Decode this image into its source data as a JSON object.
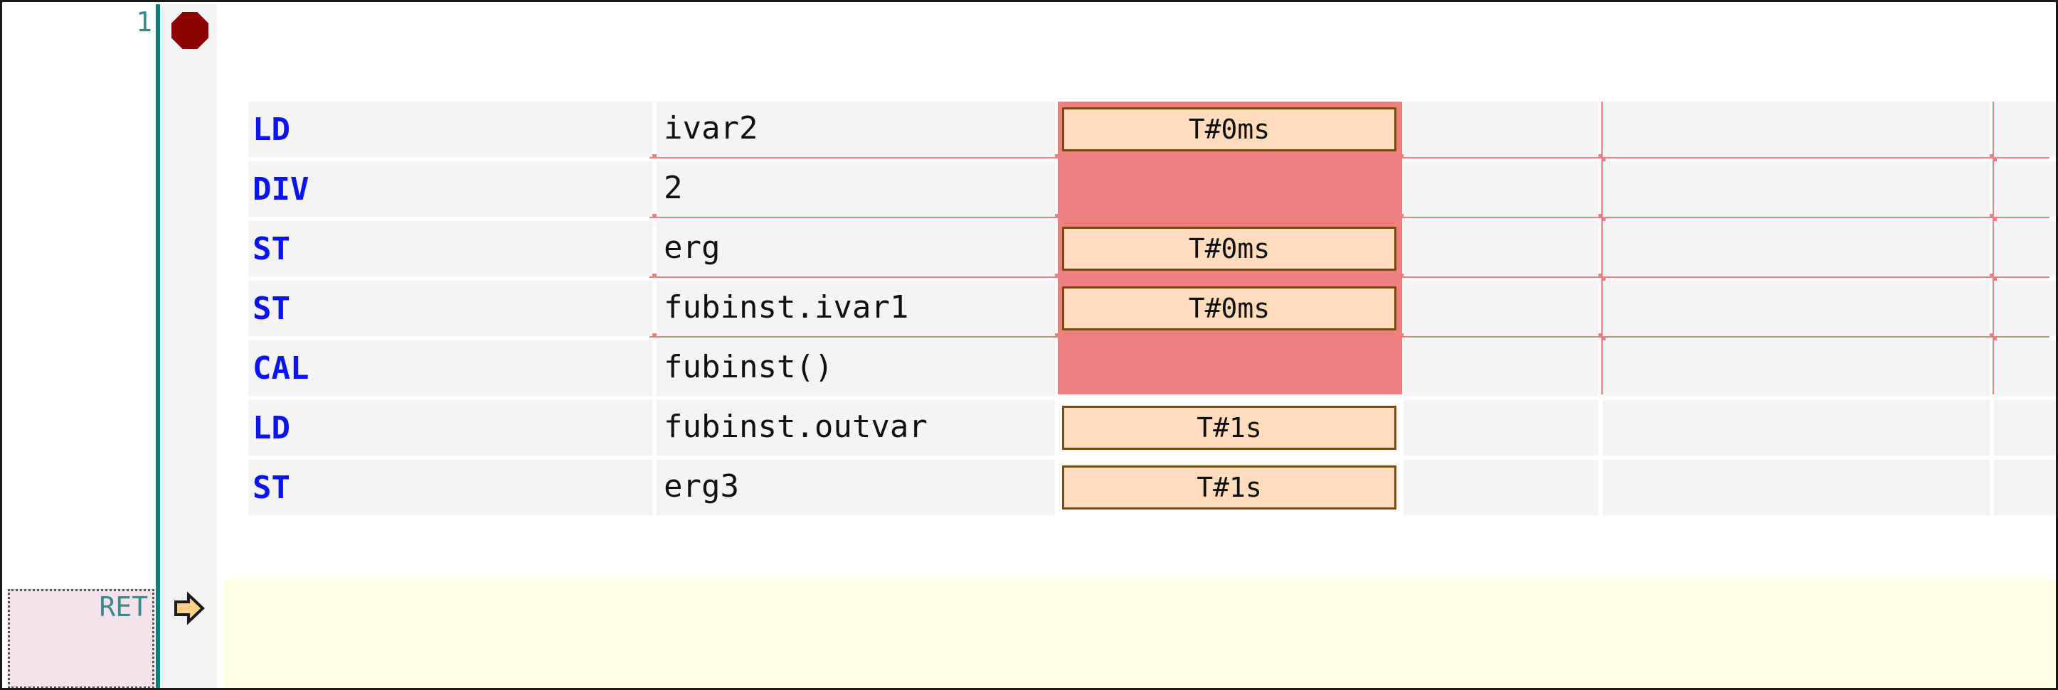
{
  "editor": {
    "line_number": "1",
    "ret_label": "RET",
    "icons": {
      "breakpoint": "breakpoint-stop-icon",
      "current_position": "arrow-right-icon"
    },
    "colors": {
      "operator": "#0a14f0",
      "highlight": "#f08080",
      "value_box_fill": "#ffdcbc",
      "value_box_border": "#7a4a12",
      "gutter_divider": "#00807a",
      "breakpoint": "#8b0000",
      "ret_area": "#fffde3"
    },
    "rows": [
      {
        "op": "LD",
        "arg": "ivar2",
        "value": "T#0ms"
      },
      {
        "op": "DIV",
        "arg": "2",
        "value": ""
      },
      {
        "op": "ST",
        "arg": "erg",
        "value": "T#0ms"
      },
      {
        "op": "ST",
        "arg": "fubinst.ivar1",
        "value": "T#0ms"
      },
      {
        "op": "CAL",
        "arg": "fubinst()",
        "value": ""
      },
      {
        "op": "LD",
        "arg": "fubinst.outvar",
        "value": "T#1s"
      },
      {
        "op": "ST",
        "arg": "erg3",
        "value": "T#1s"
      }
    ]
  }
}
